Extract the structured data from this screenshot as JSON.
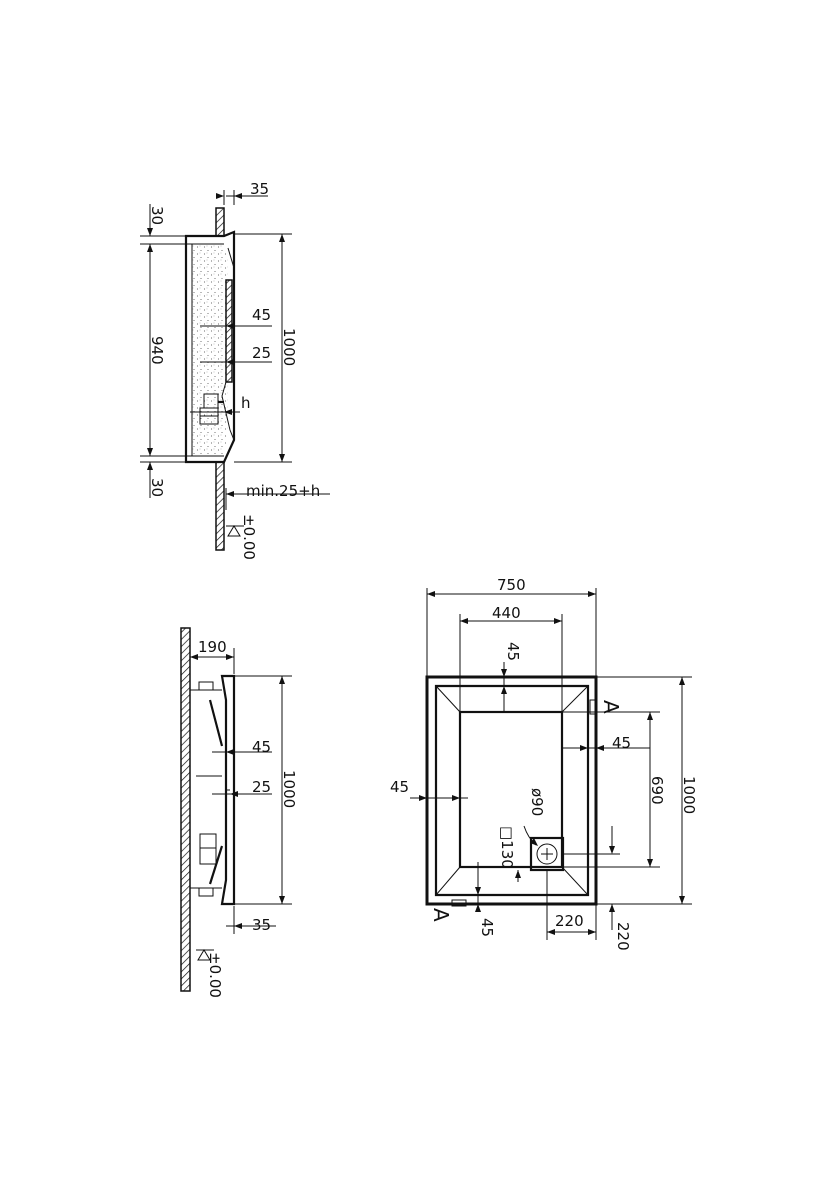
{
  "section_view": {
    "dim_top_lip": "35",
    "dim_top_offset": "30",
    "dim_inner_height": "940",
    "dim_total_height": "1000",
    "dim_inner_depth_a": "45",
    "dim_inner_depth_b": "25",
    "dim_h": "h",
    "dim_bottom_offset": "30",
    "dim_min_clearance": "min.25+h",
    "floor_level": "±0.00"
  },
  "side_view": {
    "dim_depth": "190",
    "dim_a": "45",
    "dim_b": "25",
    "dim_total_height": "1000",
    "dim_lip": "35",
    "floor_level": "±0.00"
  },
  "plan_view": {
    "dim_width": "750",
    "dim_inner_width": "440",
    "dim_top_rim": "45",
    "dim_right_rim": "45",
    "dim_left_rim": "45",
    "dim_inner_height": "690",
    "dim_total_height": "1000",
    "drain_diameter": "ø90",
    "drain_square": "□130",
    "dim_bottom_rim": "45",
    "dim_drain_x": "220",
    "dim_drain_y": "220",
    "section_mark_top": "A",
    "section_mark_bottom": "A"
  }
}
